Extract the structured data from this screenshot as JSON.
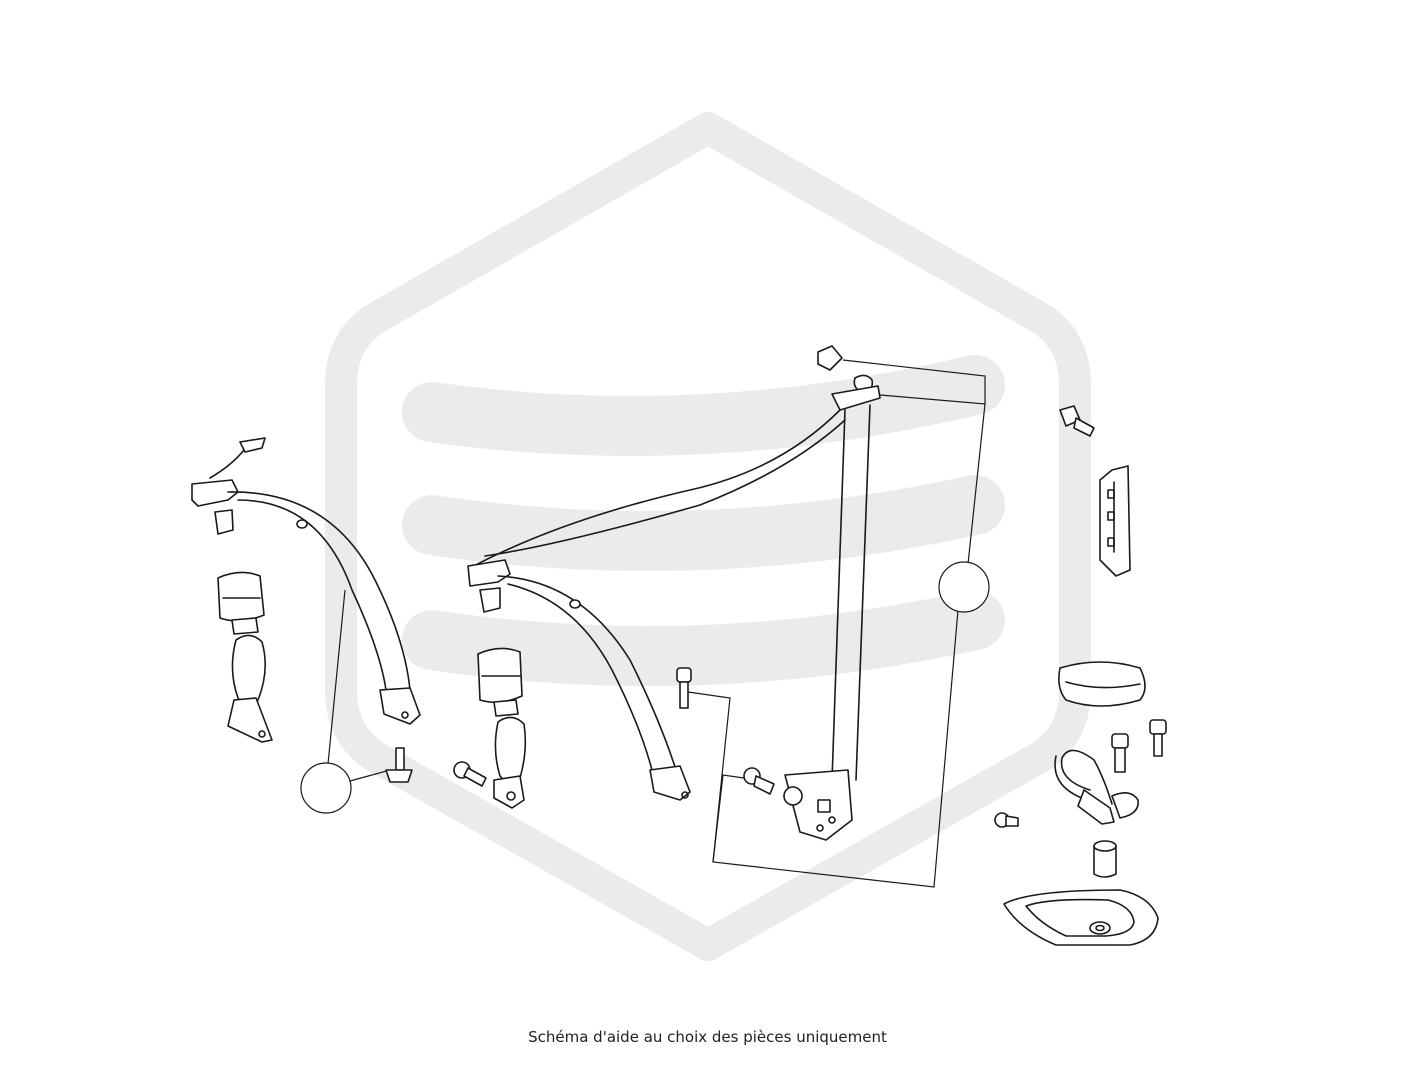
{
  "caption": "Schéma d'aide au choix des pièces uniquement",
  "watermark": {
    "icon": "hexagon-stack-logo-icon",
    "color": "#ebebeb"
  },
  "diagram": {
    "title": "",
    "ink_color": "#1a1a1a",
    "parts": [
      "rear-seat-belt-left-icon",
      "buckle-left-icon",
      "rear-seat-belt-center-icon",
      "buckle-center-icon",
      "shoulder-belt-retractor-icon",
      "height-adjuster-rail-icon",
      "trim-cap-icon",
      "d-ring-anchor-icon",
      "mounting-cup-icon"
    ],
    "callouts": [
      "callout-left",
      "callout-right"
    ]
  }
}
